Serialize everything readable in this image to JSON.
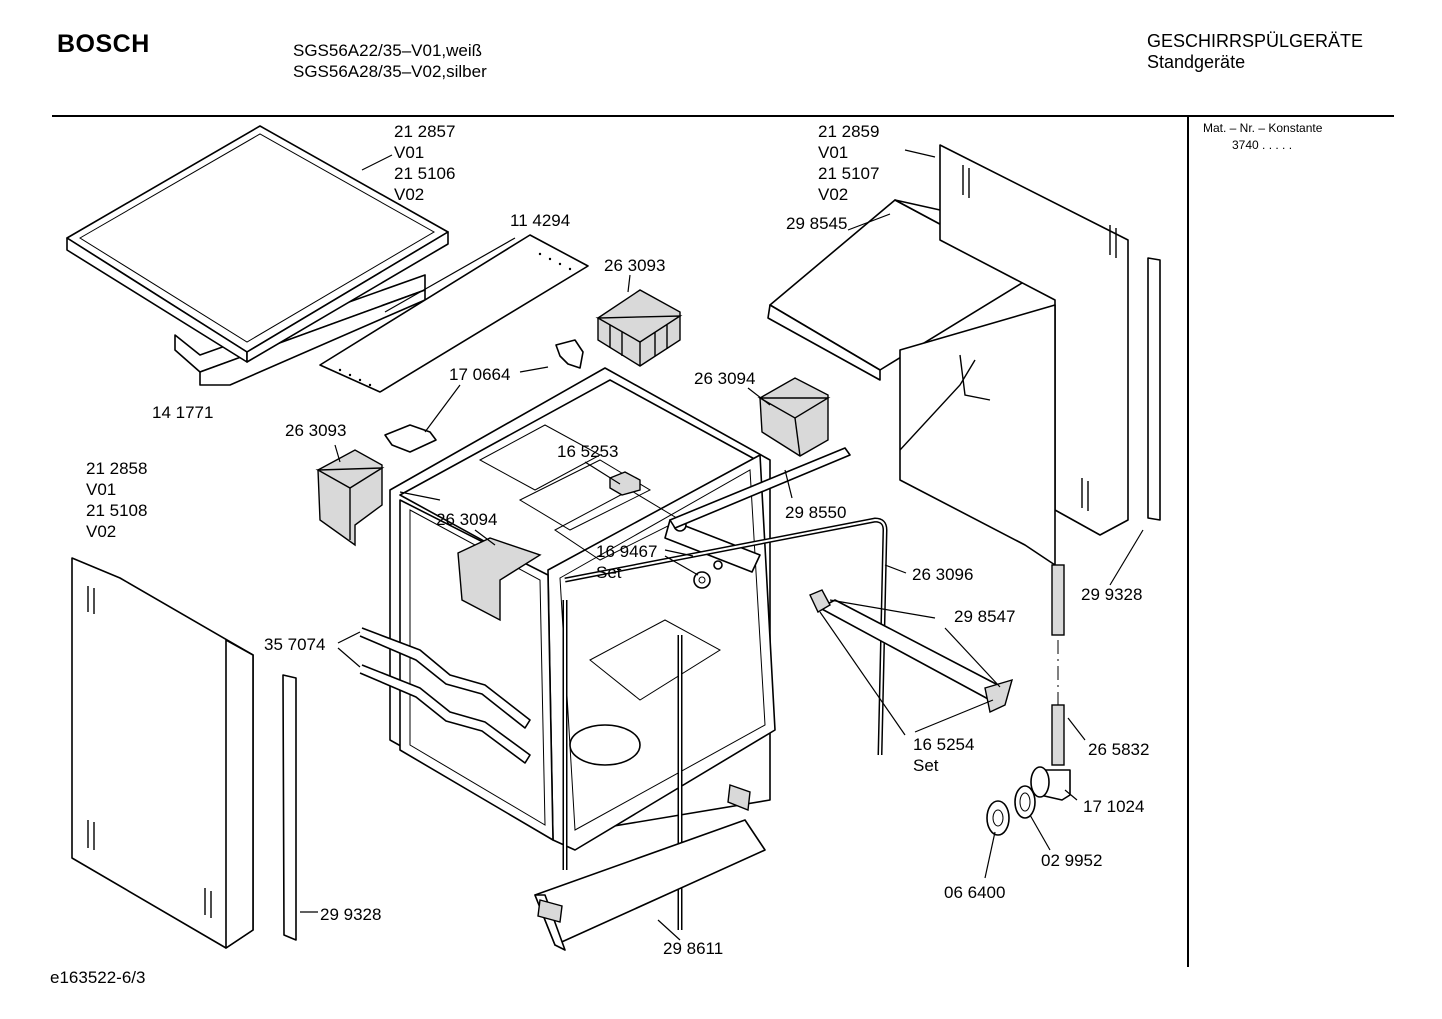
{
  "header": {
    "brand": "BOSCH",
    "model_line_1": "SGS56A22/35–V01,weiß",
    "model_line_2": "SGS56A28/35–V02,silber",
    "category_line_1": "GESCHIRRSPÜLGERÄTE",
    "category_line_2": "Standgeräte"
  },
  "sidebar": {
    "mat_label": "Mat. – Nr. – Konstante",
    "mat_value": "3740   .   .   .   .   ."
  },
  "footer": {
    "code": "e163522-6/3"
  },
  "part_labels": {
    "worktop": [
      "21 2857",
      "V01",
      "21 5106",
      "V02"
    ],
    "insulation_strip": "11 4294",
    "worktop_holder": "14 1771",
    "bracket_top": "26 3093",
    "bracket_left": "26 3093",
    "clip": "17 0664",
    "cover_right": "26 3094",
    "cover_left": "26 3094",
    "side_panel_left": [
      "21 2858",
      "V01",
      "21 5108",
      "V02"
    ],
    "side_panel_right": [
      "21 2859",
      "V01",
      "21 5107",
      "V02"
    ],
    "insulation_mat": "29 8545",
    "bearing": "16 5253",
    "seal_top": "29 8550",
    "hinge_set": [
      "16 9467",
      "Set"
    ],
    "door_seal": "26 3096",
    "rails": "35 7074",
    "edge_strip_right": "29 9328",
    "rail_bar": "29 8547",
    "rail_set": [
      "16 5254",
      "Set"
    ],
    "hose": "26 5832",
    "elbow": "17 1024",
    "gasket": "02 9952",
    "nut": "06 6400",
    "edge_strip_left": "29 9328",
    "plinth": "29 8611"
  }
}
